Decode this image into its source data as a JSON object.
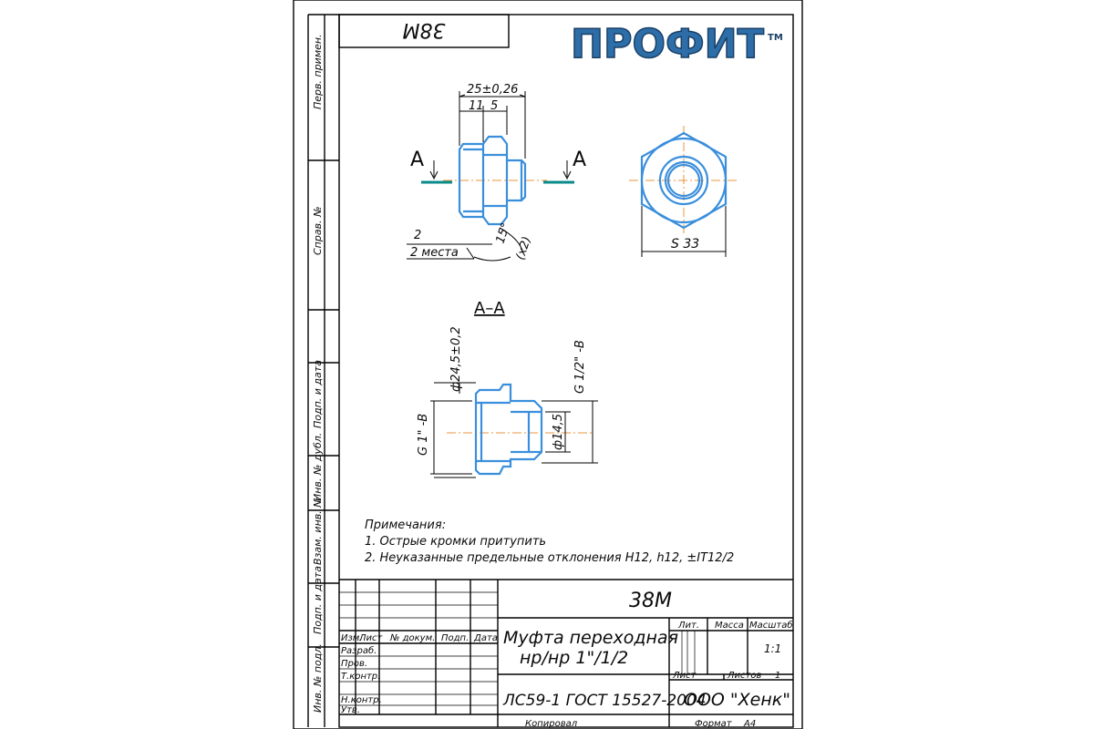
{
  "frame": {
    "top_stamp": "38M",
    "side_labels": [
      "Перв. примен.",
      "Справ. №",
      "Подп. и дата",
      "Инв. № дубл.",
      "Взам. инв. №",
      "Подп. и дата",
      "Инв. № подл."
    ]
  },
  "brand": {
    "name": "ПРОФИТ",
    "mark": "TM"
  },
  "view_front": {
    "dim_total": "25±0,26",
    "dim_a": "11",
    "dim_b": "5",
    "section_label": "А",
    "chamfer": "2",
    "chamfer_note": "2 места",
    "angle": "15°",
    "angle_note": "(x2)"
  },
  "view_side": {
    "across_flats": "S 33"
  },
  "section": {
    "title": "А–А",
    "dia_flange": "ф24,5±0,2",
    "thread_small": "G 1/2\" -B",
    "thread_large": "G 1\" -B",
    "dia_bore": "ф14,5"
  },
  "notes": {
    "heading": "Примечания:",
    "items": [
      "1. Острые кромки притупить",
      "2. Неуказанные предельные отклонения H12, h12, ±IT12/2"
    ]
  },
  "title_block": {
    "designation": "38M",
    "name_line1": "Муфта переходная",
    "name_line2": "нр/нр 1\"/1/2",
    "material": "ЛС59-1 ГОСТ 15527-2004",
    "company": "ООО \"Хенк\"",
    "col_headers": [
      "Изм.",
      "Лист",
      "№ докум.",
      "Подп.",
      "Дата"
    ],
    "row_labels": [
      "Разраб.",
      "Пров.",
      "Т.контр.",
      "Н.контр.",
      "Утв."
    ],
    "lit_label": "Лит.",
    "mass_label": "Масса",
    "scale_label": "Масштаб",
    "scale_value": "1:1",
    "sheet_label": "Лист",
    "sheets_label": "Листов",
    "sheets_value": "1",
    "copied_label": "Копировал",
    "format_label": "Формат",
    "format_value": "А4"
  },
  "colors": {
    "line": "#000000",
    "part": "#3a8fdc",
    "axis": "#e8963c",
    "section_mark": "#0a8a8a"
  }
}
